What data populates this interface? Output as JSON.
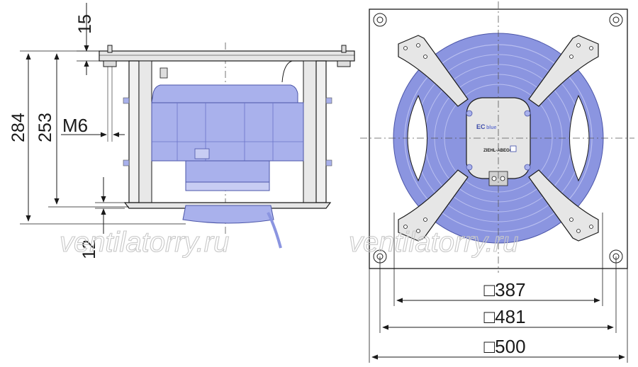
{
  "side_view": {
    "dim_15": "15",
    "dim_284": "284",
    "dim_253": "253",
    "dim_m6": "M6",
    "dim_12": "12"
  },
  "front_view": {
    "dim_387": "□387",
    "dim_481": "□481",
    "dim_500": "□500",
    "hub_badge_ec": "EC",
    "hub_badge_blue": "blue",
    "hub_label": "ZIEHL-ABEGG"
  },
  "watermark": {
    "left": "ventilatorry.ru",
    "right": "ventilatorry.ru"
  },
  "colors": {
    "fan_blue": "#8b95e0",
    "fan_light": "#a9b1ec",
    "line": "#1a1a1a",
    "plate": "#e6e6e6"
  }
}
